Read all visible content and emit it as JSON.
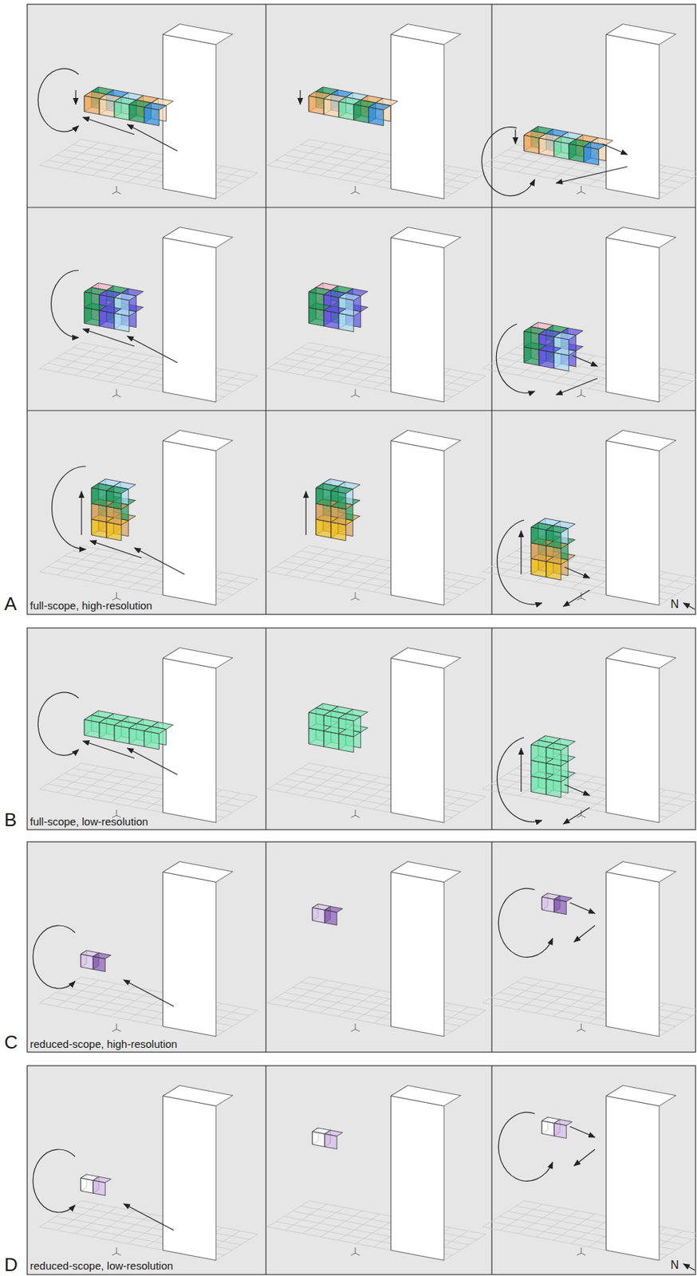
{
  "diagram": {
    "labels": [
      "A",
      "full-scope, high-resolution",
      "N",
      "B",
      "full-scope, low-resolution",
      "C",
      "reduced-scope, high-resolution",
      "D",
      "reduced-scope, low-resolution",
      "N"
    ]
  }
}
